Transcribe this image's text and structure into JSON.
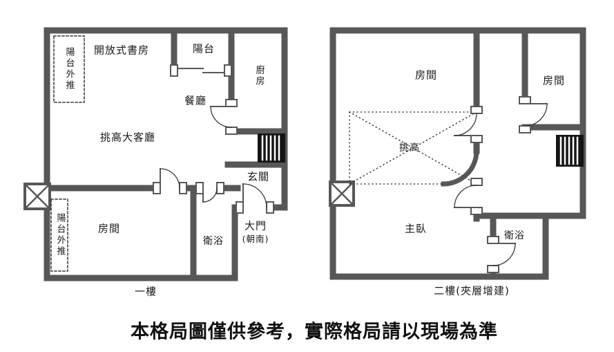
{
  "caption": "本格局圖僅供參考，實際格局請以現場為準",
  "colors": {
    "wall": "#575757",
    "text": "#1a1a1a"
  },
  "floor1": {
    "name": "一樓",
    "rooms": {
      "balcony_ext_top": "陽台外推",
      "study": "開放式書房",
      "balcony": "陽台",
      "kitchen": "廚房",
      "dining": "餐廳",
      "living": "挑高大客廳",
      "entry": "玄關",
      "main_door": "大門",
      "main_door_note": "(朝南)",
      "bath": "衛浴",
      "bedroom": "房間",
      "balcony_ext_bottom": "陽台外推"
    }
  },
  "floor2": {
    "name": "二樓(夾層增建)",
    "rooms": {
      "bedroom_left": "房間",
      "bedroom_right": "房間",
      "void": "挑高",
      "master": "主臥",
      "bath": "衛浴"
    }
  }
}
